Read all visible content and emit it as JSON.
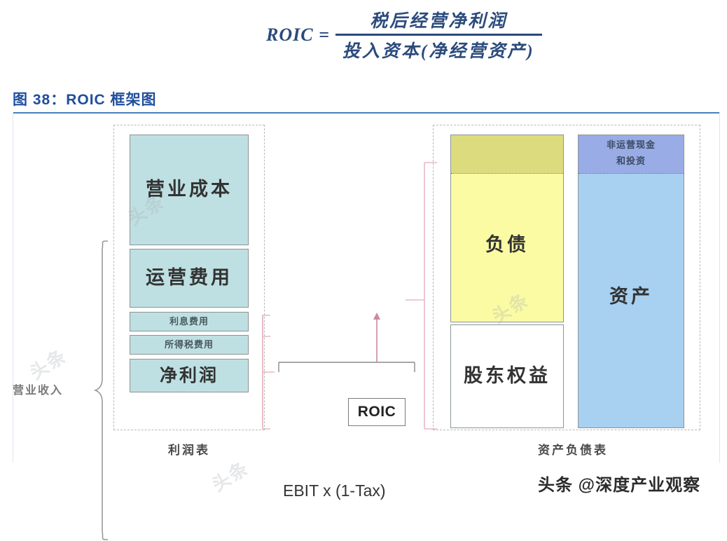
{
  "formula": {
    "lhs": "ROIC =",
    "numerator": "税后经营净利润",
    "denominator": "投入资本(净经营资产)"
  },
  "figure": {
    "title": "图 38：ROIC 框架图",
    "accent_color": "#1f4e9c",
    "rule_color": "#4a7ebb"
  },
  "income_statement": {
    "caption": "利润表",
    "revenue_brace_label": "营业收入",
    "blocks": [
      {
        "label": "营业成本",
        "color": "#bfe0e2"
      },
      {
        "label": "运营费用",
        "color": "#bfe0e2"
      },
      {
        "label": "利息费用",
        "color": "#bfe0e2"
      },
      {
        "label": "所得税费用",
        "color": "#bfe0e2"
      },
      {
        "label": "净利润",
        "color": "#bfe0e2"
      }
    ]
  },
  "middle": {
    "roic_label": "ROIC",
    "ebit_label": "EBIT x (1-Tax)",
    "connector_color": "#e8b8c4"
  },
  "balance_sheet": {
    "caption": "资产负债表",
    "liability_block": {
      "label": "负债",
      "color": "#fbfba4"
    },
    "equity_block": {
      "label": "股东权益",
      "color": "#ffffff"
    },
    "asset_block": {
      "label": "资产",
      "color": "#a8d0f0"
    },
    "noncore_block": {
      "label_line1": "非运营现金",
      "label_line2": "和投资",
      "color": "#bcb3e0"
    }
  },
  "watermark": {
    "brand": "头条 @深度产业观察",
    "faint": "头条"
  }
}
